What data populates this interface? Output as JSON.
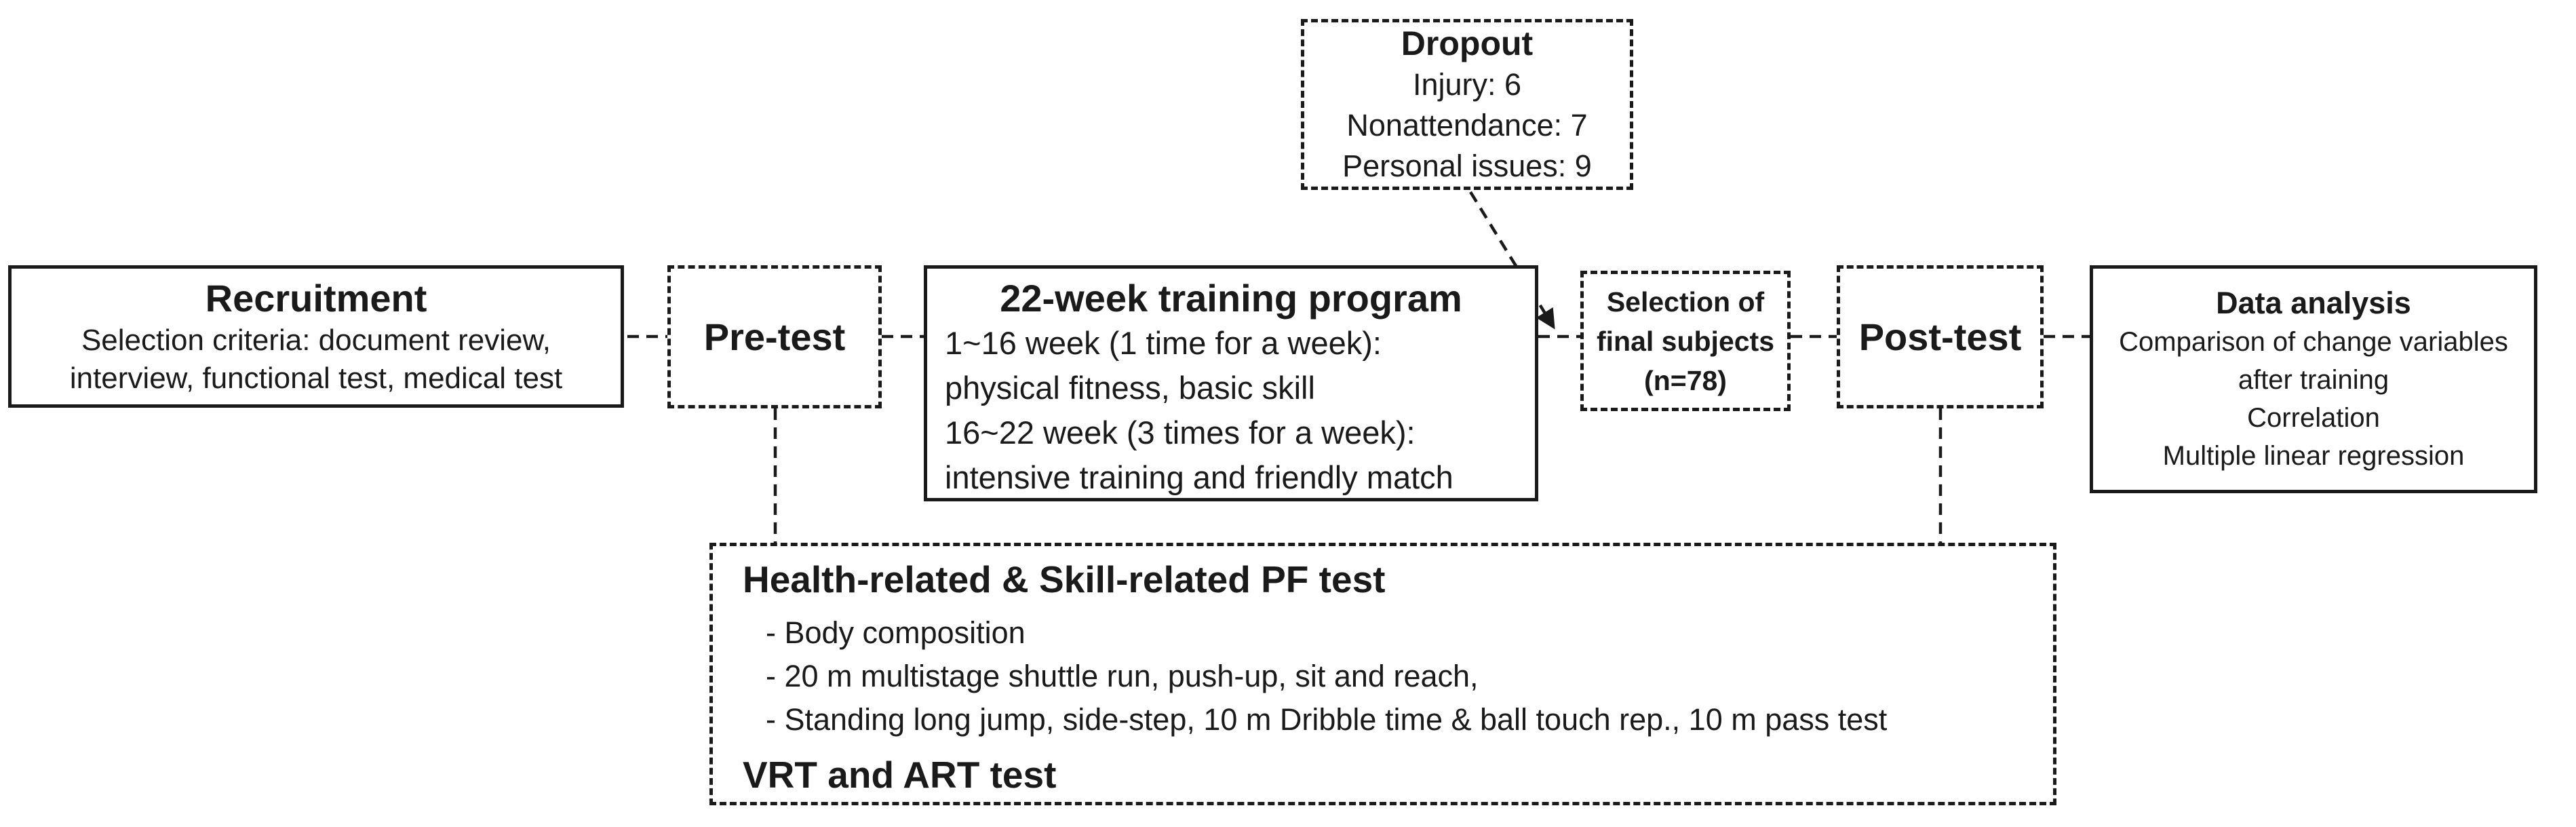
{
  "page": {
    "background": "#ffffff",
    "ink_color": "#1a1a1a"
  },
  "boxes": {
    "recruitment": {
      "title": "Recruitment",
      "lines": [
        "Selection criteria: document review,",
        "interview, functional test, medical test"
      ]
    },
    "pretest": {
      "title": "Pre-test"
    },
    "training": {
      "title": "22-week training program",
      "lines": [
        "1~16 week (1 time for a week):",
        "physical fitness, basic skill",
        "16~22 week (3 times for a week):",
        "intensive training and friendly match"
      ]
    },
    "dropout": {
      "title": "Dropout",
      "lines": [
        "Injury: 6",
        "Nonattendance: 7",
        "Personal issues: 9"
      ]
    },
    "selection": {
      "lines": [
        "Selection of",
        "final subjects",
        "(n=78)"
      ]
    },
    "posttest": {
      "title": "Post-test"
    },
    "analysis": {
      "title": "Data analysis",
      "lines": [
        "Comparison of change variables",
        "after training",
        "Correlation",
        "Multiple linear regression"
      ]
    },
    "pftest": {
      "title": "Health-related & Skill-related PF test",
      "bullets": [
        "- Body composition",
        "- 20 m multistage shuttle run, push-up, sit and reach,",
        "- Standing long jump, side-step, 10 m Dribble time & ball touch rep., 10 m pass test"
      ],
      "footer": "VRT and ART test"
    }
  }
}
